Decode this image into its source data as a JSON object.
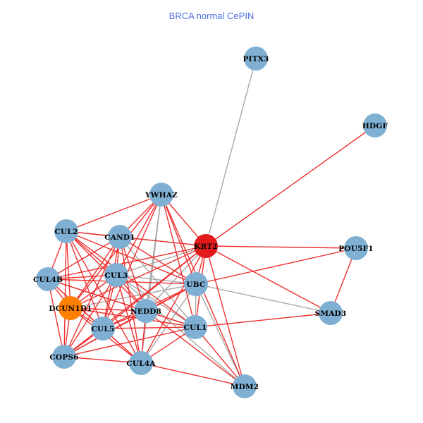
{
  "title": "BRCA normal CePIN",
  "colors": {
    "title": "#4a6fe0",
    "node_default": "#7fb0d3",
    "node_highlight_red": "#e31a1c",
    "node_highlight_orange": "#ff7f00",
    "edge_red": "#f03030",
    "edge_gray": "#a8a8a8",
    "label": "#000000"
  },
  "chart_data": {
    "type": "network",
    "title": "BRCA normal CePIN",
    "nodes": [
      {
        "id": "PITX3",
        "label": "PITX3",
        "group": "default"
      },
      {
        "id": "HDGF",
        "label": "HDGF",
        "group": "default"
      },
      {
        "id": "YWHAZ",
        "label": "YWHAZ",
        "group": "default"
      },
      {
        "id": "KRT2",
        "label": "KRT2",
        "group": "red"
      },
      {
        "id": "CUL2",
        "label": "CUL2",
        "group": "default"
      },
      {
        "id": "CAND1",
        "label": "CAND1",
        "group": "default"
      },
      {
        "id": "POU5F1",
        "label": "POU5F1",
        "group": "default"
      },
      {
        "id": "CUL4B",
        "label": "CUL4B",
        "group": "default"
      },
      {
        "id": "CUL3",
        "label": "CUL3",
        "group": "default"
      },
      {
        "id": "UBC",
        "label": "UBC",
        "group": "default"
      },
      {
        "id": "DCUN1D1",
        "label": "DCUN1D1",
        "group": "orange"
      },
      {
        "id": "NEDD8",
        "label": "NEDD8",
        "group": "default"
      },
      {
        "id": "SMAD3",
        "label": "SMAD3",
        "group": "default"
      },
      {
        "id": "CUL1",
        "label": "CUL1",
        "group": "default"
      },
      {
        "id": "CUL5",
        "label": "CUL5",
        "group": "default"
      },
      {
        "id": "COPS6",
        "label": "COPS6",
        "group": "default"
      },
      {
        "id": "CUL4A",
        "label": "CUL4A",
        "group": "default"
      },
      {
        "id": "MDM2",
        "label": "MDM2",
        "group": "default"
      }
    ],
    "edges": [
      {
        "source": "PITX3",
        "target": "KRT2",
        "type": "gray"
      },
      {
        "source": "HDGF",
        "target": "KRT2",
        "type": "red"
      },
      {
        "source": "POU5F1",
        "target": "KRT2",
        "type": "red"
      },
      {
        "source": "POU5F1",
        "target": "UBC",
        "type": "red"
      },
      {
        "source": "POU5F1",
        "target": "SMAD3",
        "type": "red"
      },
      {
        "source": "SMAD3",
        "target": "KRT2",
        "type": "red"
      },
      {
        "source": "SMAD3",
        "target": "UBC",
        "type": "gray"
      },
      {
        "source": "SMAD3",
        "target": "CUL1",
        "type": "red"
      },
      {
        "source": "MDM2",
        "target": "KRT2",
        "type": "red"
      },
      {
        "source": "MDM2",
        "target": "UBC",
        "type": "gray"
      },
      {
        "source": "MDM2",
        "target": "CUL1",
        "type": "red"
      },
      {
        "source": "MDM2",
        "target": "CUL4A",
        "type": "red"
      },
      {
        "source": "MDM2",
        "target": "NEDD8",
        "type": "red"
      },
      {
        "source": "MDM2",
        "target": "CUL3",
        "type": "gray"
      },
      {
        "source": "MDM2",
        "target": "YWHAZ",
        "type": "red"
      },
      {
        "source": "YWHAZ",
        "target": "KRT2",
        "type": "red"
      },
      {
        "source": "YWHAZ",
        "target": "CUL2",
        "type": "red"
      },
      {
        "source": "YWHAZ",
        "target": "CAND1",
        "type": "red"
      },
      {
        "source": "YWHAZ",
        "target": "CUL3",
        "type": "red"
      },
      {
        "source": "YWHAZ",
        "target": "UBC",
        "type": "red"
      },
      {
        "source": "YWHAZ",
        "target": "NEDD8",
        "type": "gray"
      },
      {
        "source": "YWHAZ",
        "target": "CUL1",
        "type": "red"
      },
      {
        "source": "YWHAZ",
        "target": "CUL5",
        "type": "red"
      },
      {
        "source": "YWHAZ",
        "target": "CUL4A",
        "type": "gray"
      },
      {
        "source": "YWHAZ",
        "target": "DCUN1D1",
        "type": "red"
      },
      {
        "source": "KRT2",
        "target": "CAND1",
        "type": "gray"
      },
      {
        "source": "KRT2",
        "target": "CUL2",
        "type": "red"
      },
      {
        "source": "KRT2",
        "target": "CUL4B",
        "type": "red"
      },
      {
        "source": "KRT2",
        "target": "CUL3",
        "type": "gray"
      },
      {
        "source": "KRT2",
        "target": "UBC",
        "type": "red"
      },
      {
        "source": "KRT2",
        "target": "DCUN1D1",
        "type": "red"
      },
      {
        "source": "KRT2",
        "target": "NEDD8",
        "type": "gray"
      },
      {
        "source": "KRT2",
        "target": "CUL1",
        "type": "red"
      },
      {
        "source": "KRT2",
        "target": "CUL5",
        "type": "red"
      },
      {
        "source": "KRT2",
        "target": "COPS6",
        "type": "red"
      },
      {
        "source": "KRT2",
        "target": "CUL4A",
        "type": "red"
      },
      {
        "source": "CUL2",
        "target": "CAND1",
        "type": "red"
      },
      {
        "source": "CUL2",
        "target": "CUL4B",
        "type": "red"
      },
      {
        "source": "CUL2",
        "target": "CUL3",
        "type": "red"
      },
      {
        "source": "CUL2",
        "target": "DCUN1D1",
        "type": "red"
      },
      {
        "source": "CUL2",
        "target": "NEDD8",
        "type": "red"
      },
      {
        "source": "CUL2",
        "target": "CUL1",
        "type": "red"
      },
      {
        "source": "CUL2",
        "target": "CUL5",
        "type": "red"
      },
      {
        "source": "CUL2",
        "target": "COPS6",
        "type": "red"
      },
      {
        "source": "CUL2",
        "target": "CUL4A",
        "type": "red"
      },
      {
        "source": "CUL2",
        "target": "UBC",
        "type": "red"
      },
      {
        "source": "CAND1",
        "target": "CUL4B",
        "type": "red"
      },
      {
        "source": "CAND1",
        "target": "CUL3",
        "type": "red"
      },
      {
        "source": "CAND1",
        "target": "UBC",
        "type": "red"
      },
      {
        "source": "CAND1",
        "target": "DCUN1D1",
        "type": "red"
      },
      {
        "source": "CAND1",
        "target": "NEDD8",
        "type": "red"
      },
      {
        "source": "CAND1",
        "target": "CUL1",
        "type": "gray"
      },
      {
        "source": "CAND1",
        "target": "CUL5",
        "type": "red"
      },
      {
        "source": "CAND1",
        "target": "COPS6",
        "type": "red"
      },
      {
        "source": "CAND1",
        "target": "CUL4A",
        "type": "red"
      },
      {
        "source": "CUL4B",
        "target": "CUL3",
        "type": "red"
      },
      {
        "source": "CUL4B",
        "target": "UBC",
        "type": "red"
      },
      {
        "source": "CUL4B",
        "target": "DCUN1D1",
        "type": "red"
      },
      {
        "source": "CUL4B",
        "target": "NEDD8",
        "type": "red"
      },
      {
        "source": "CUL4B",
        "target": "CUL1",
        "type": "red"
      },
      {
        "source": "CUL4B",
        "target": "CUL5",
        "type": "red"
      },
      {
        "source": "CUL4B",
        "target": "COPS6",
        "type": "red"
      },
      {
        "source": "CUL4B",
        "target": "CUL4A",
        "type": "red"
      },
      {
        "source": "CUL3",
        "target": "UBC",
        "type": "gray"
      },
      {
        "source": "CUL3",
        "target": "DCUN1D1",
        "type": "red"
      },
      {
        "source": "CUL3",
        "target": "NEDD8",
        "type": "red"
      },
      {
        "source": "CUL3",
        "target": "CUL1",
        "type": "gray"
      },
      {
        "source": "CUL3",
        "target": "CUL5",
        "type": "red"
      },
      {
        "source": "CUL3",
        "target": "COPS6",
        "type": "red"
      },
      {
        "source": "CUL3",
        "target": "CUL4A",
        "type": "red"
      },
      {
        "source": "UBC",
        "target": "DCUN1D1",
        "type": "gray"
      },
      {
        "source": "UBC",
        "target": "NEDD8",
        "type": "red"
      },
      {
        "source": "UBC",
        "target": "CUL1",
        "type": "gray"
      },
      {
        "source": "UBC",
        "target": "CUL5",
        "type": "red"
      },
      {
        "source": "UBC",
        "target": "COPS6",
        "type": "red"
      },
      {
        "source": "UBC",
        "target": "CUL4A",
        "type": "gray"
      },
      {
        "source": "DCUN1D1",
        "target": "NEDD8",
        "type": "red"
      },
      {
        "source": "DCUN1D1",
        "target": "CUL1",
        "type": "red"
      },
      {
        "source": "DCUN1D1",
        "target": "CUL5",
        "type": "red"
      },
      {
        "source": "DCUN1D1",
        "target": "COPS6",
        "type": "red"
      },
      {
        "source": "DCUN1D1",
        "target": "CUL4A",
        "type": "red"
      },
      {
        "source": "NEDD8",
        "target": "CUL1",
        "type": "red"
      },
      {
        "source": "NEDD8",
        "target": "CUL5",
        "type": "red"
      },
      {
        "source": "NEDD8",
        "target": "COPS6",
        "type": "red"
      },
      {
        "source": "NEDD8",
        "target": "CUL4A",
        "type": "red"
      },
      {
        "source": "CUL1",
        "target": "CUL5",
        "type": "red"
      },
      {
        "source": "CUL1",
        "target": "COPS6",
        "type": "red"
      },
      {
        "source": "CUL1",
        "target": "CUL4A",
        "type": "red"
      },
      {
        "source": "CUL5",
        "target": "COPS6",
        "type": "red"
      },
      {
        "source": "CUL5",
        "target": "CUL4A",
        "type": "red"
      },
      {
        "source": "COPS6",
        "target": "CUL4A",
        "type": "red"
      }
    ]
  }
}
